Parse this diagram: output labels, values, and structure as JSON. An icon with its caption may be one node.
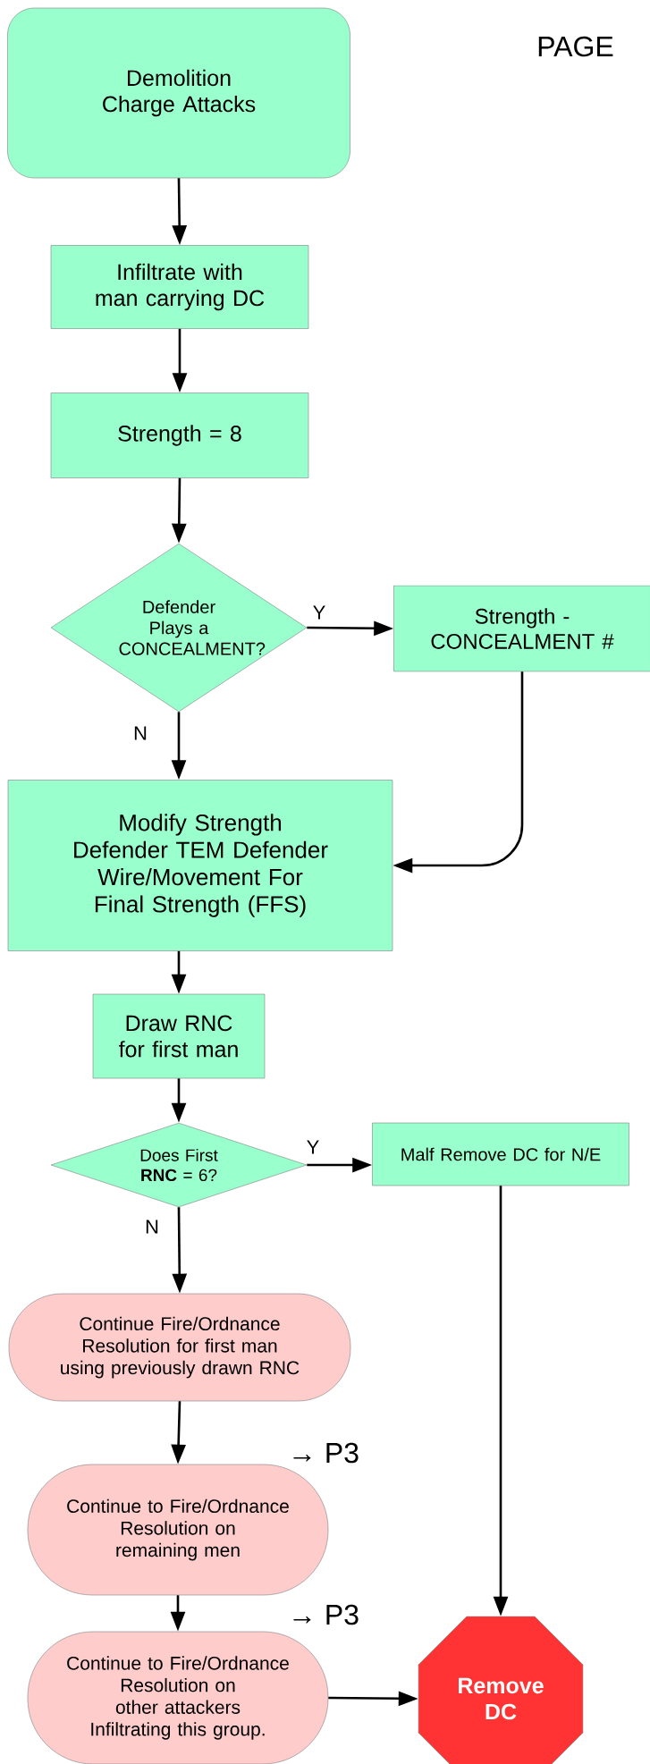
{
  "diagram": {
    "title": "PAGE",
    "nodes": [
      {
        "text": [
          "Demolition Charge Attacks"
        ]
      },
      {
        "text": [
          "Infiltrate with man carrying DC"
        ]
      },
      {
        "text": [
          "Strength = 8"
        ]
      },
      {
        "text": [
          "Defender Plays a CONCEALMENT?"
        ]
      },
      {
        "text": [
          "Strength - CONCEALMENT #"
        ]
      },
      {
        "text": [
          "Modify Strength Defender TEM Defender Wire/Movement For Final Strength (FFS)"
        ]
      },
      {
        "text": [
          "Draw RNC for first man"
        ]
      },
      {
        "text": [
          "Does First **RNC** = 6?"
        ]
      },
      {
        "text": [
          "Malf Remove DC for N/E"
        ]
      },
      {
        "text": [
          "Continue Fire/Ordnance Resolution for first man using previously drawn RNC"
        ]
      },
      {
        "text": [
          "Continue to Fire/Ordnance Resolution on remaining men"
        ]
      },
      {
        "text": [
          "Continue to Fire/Ordnance Resolution on other attackers Infiltrating this group."
        ]
      },
      {
        "text": [
          "Remove DC"
        ]
      }
    ],
    "edges": [
      {
        "from": 0,
        "to": 1,
        "arrow": "to"
      },
      {
        "from": 1,
        "to": 2,
        "arrow": "to"
      },
      {
        "from": 2,
        "to": 3,
        "arrow": "to"
      },
      {
        "from": 3,
        "to": 4,
        "arrow": "to",
        "label": "Y"
      },
      {
        "from": 3,
        "to": 5,
        "arrow": "to",
        "label": "N"
      },
      {
        "from": 4,
        "to": 5,
        "arrow": "to"
      },
      {
        "from": 5,
        "to": 6,
        "arrow": "to"
      },
      {
        "from": 6,
        "to": 7,
        "arrow": "to"
      },
      {
        "from": 7,
        "to": 8,
        "arrow": "to",
        "label": "Y"
      },
      {
        "from": 7,
        "to": 9,
        "arrow": "to",
        "label": "N"
      },
      {
        "from": 8,
        "to": 12,
        "arrow": "to"
      },
      {
        "from": 9,
        "to": 10,
        "arrow": "to"
      },
      {
        "from": 10,
        "to": 11,
        "arrow": "to"
      },
      {
        "from": 11,
        "to": 12,
        "arrow": "to"
      }
    ],
    "labels": [
      "→ P3",
      "→ P3"
    ]
  }
}
